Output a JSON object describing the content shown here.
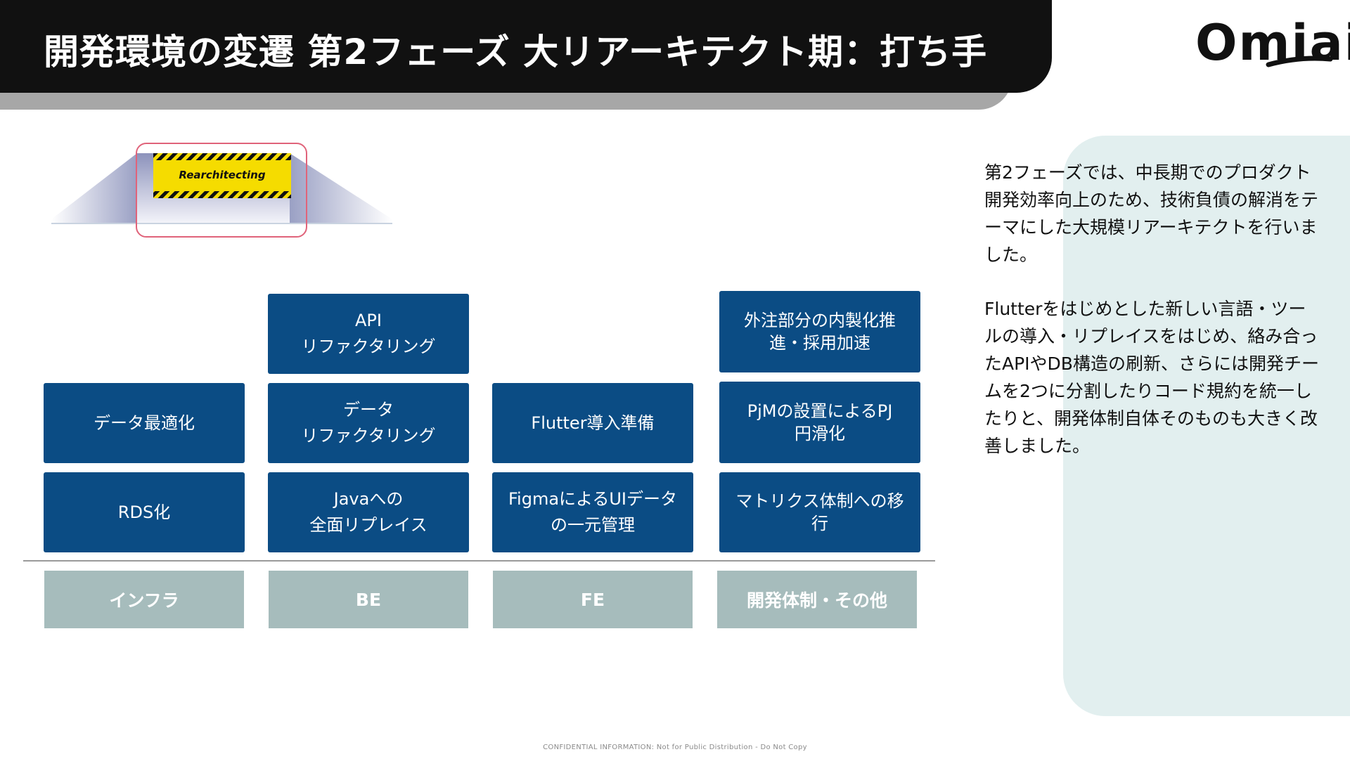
{
  "header": {
    "title": "開発環境の変遷 第2フェーズ 大リアーキテクト期：打ち手"
  },
  "logo": {
    "text": "Omiai"
  },
  "illustration": {
    "label": "Rearchitecting"
  },
  "side": {
    "paragraph1": "第2フェーズでは、中長期でのプロダクト開発効率向上のため、技術負債の解消をテーマにした大規模リアーキテクトを行いました。",
    "paragraph2": "Flutterをはじめとした新しい言語・ツールの導入・リプレイスをはじめ、絡み合ったAPIやDB構造の刷新、さらには開発チームを2つに分割したりコード規約を統一したりと、開発体制自体そのものも大きく改善しました。"
  },
  "columns": [
    {
      "category": "インフラ",
      "blocks": [
        "データ最適化",
        "RDS化"
      ]
    },
    {
      "category": "BE",
      "blocks": [
        "API\nリファクタリング",
        "データ\nリファクタリング",
        "Javaへの\n全面リプレイス"
      ]
    },
    {
      "category": "FE",
      "blocks": [
        "Flutter導入準備",
        "FigmaによるUIデータ\nの一元管理"
      ]
    },
    {
      "category": "開発体制・その他",
      "blocks": [
        "外注部分の内製化推\n進・採用加速",
        "PjMの設置によるPJ\n円滑化",
        "マトリクス体制への移\n行"
      ]
    }
  ],
  "footer": "CONFIDENTIAL INFORMATION: Not for Public Distribution - Do Not Copy"
}
